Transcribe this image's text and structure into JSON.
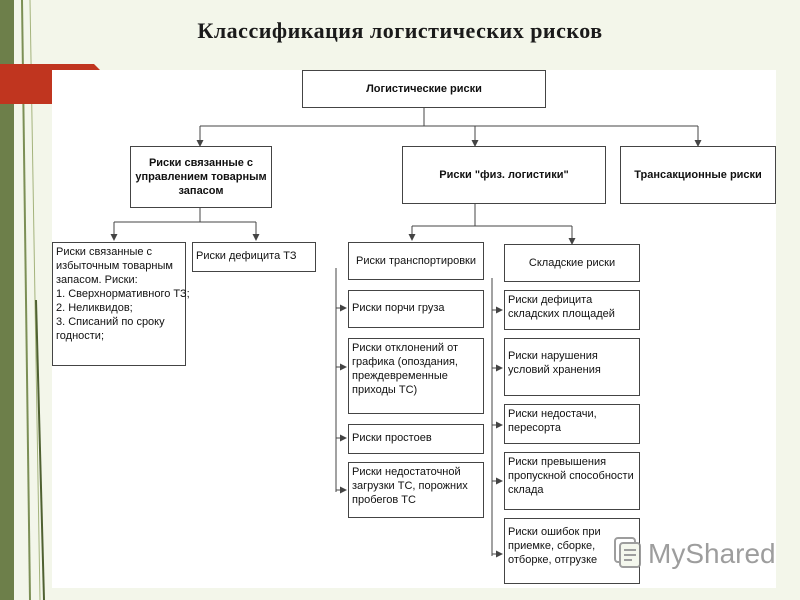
{
  "slide": {
    "title": "Классификация логистических рисков"
  },
  "diagram": {
    "root": "Логистические риски",
    "level1": {
      "inventory": "Риски связанные с управлением товарным запасом",
      "physical": "Риски \"физ. логистики\"",
      "transaction": "Трансакционные риски"
    },
    "inventory_children": {
      "excess_lines": [
        "Риски связанные с",
        "избыточным товарным",
        "запасом. Риски:",
        "1. Сверхнормативного ТЗ;",
        "2. Неликвидов;",
        "3. Списаний по сроку",
        "годности;"
      ],
      "deficit": "Риски дефицита ТЗ"
    },
    "transport": {
      "header": "Риски транспортировки",
      "items": [
        "Риски порчи груза",
        "Риски отклонений от графика (опоздания, преждевременные приходы ТС)",
        "Риски простоев",
        "Риски недостаточной загрузки ТС, порожних пробегов ТС"
      ]
    },
    "warehouse": {
      "header": "Складские риски",
      "items": [
        "Риски дефицита складских площадей",
        "Риски нарушения условий хранения",
        "Риски недостачи, пересорта",
        "Риски превышения пропускной способности склада",
        "Риски ошибок при приемке, сборке, отборке, отгрузке"
      ]
    }
  },
  "watermark": {
    "text": "MyShared",
    "icon": "myshared-logo-icon"
  },
  "colors": {
    "background": "#f3f6ea",
    "accent_red": "#c0351f",
    "deco_green": "#5f7a3c",
    "line": "#444444"
  }
}
